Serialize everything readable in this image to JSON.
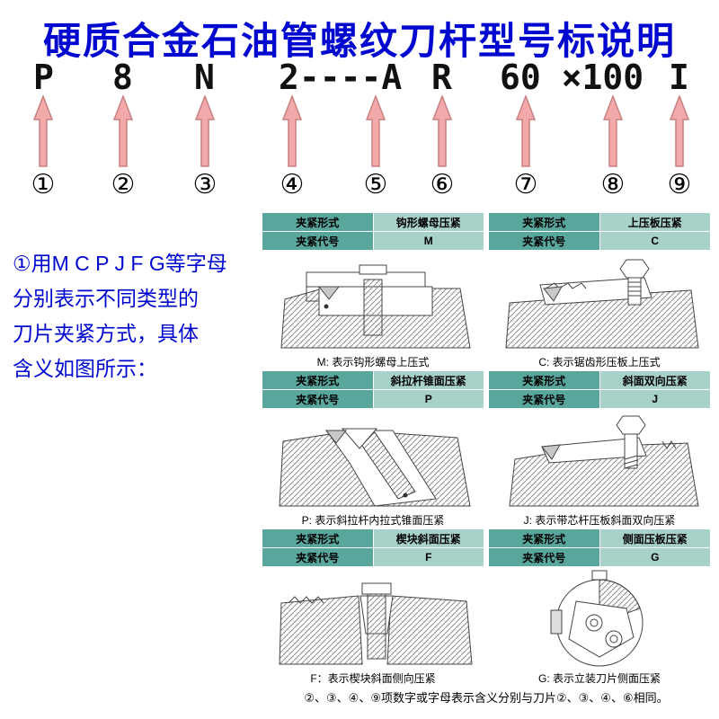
{
  "title": "硬质合金石油管螺纹刀杆型号标说明",
  "colors": {
    "title_blue": "#0008d0",
    "arrow_fill": "#f2a9a9",
    "arrow_stroke": "#c87f7f",
    "table_label_bg": "#58a69c",
    "table_value_bg": "#a8d1ca"
  },
  "codes": [
    "P",
    "8",
    "N",
    "2----A",
    "R",
    "60 ×100",
    "I"
  ],
  "markers": [
    "①",
    "②",
    "③",
    "④",
    "⑤",
    "⑥",
    "⑦",
    "⑧",
    "⑨"
  ],
  "note": {
    "lines": [
      "①用M C P J F G等字母",
      "分别表示不同类型的",
      "刀片夹紧方式，具体",
      "含义如图所示："
    ]
  },
  "labels": {
    "form": "夹紧形式",
    "code": "夹紧代号"
  },
  "panels": [
    {
      "form_value": "钩形螺母压紧",
      "code_value": "M",
      "caption": "M: 表示钩形螺母上压式"
    },
    {
      "form_value": "上压板压紧",
      "code_value": "C",
      "caption": "C: 表示锯齿形压板上压式"
    },
    {
      "form_value": "斜拉杆锥面压紧",
      "code_value": "P",
      "caption": "P: 表示斜拉杆内拉式锥面压紧"
    },
    {
      "form_value": "斜面双向压紧",
      "code_value": "J",
      "caption": "J: 表示带芯杆压板斜面双向压紧"
    },
    {
      "form_value": "楔块斜面压紧",
      "code_value": "F",
      "caption": "F：表示楔块斜面侧向压紧"
    },
    {
      "form_value": "侧面压板压紧",
      "code_value": "G",
      "caption": "G: 表示立装刀片侧面压紧"
    }
  ],
  "footer": "②、③、④、⑨项数字或字母表示含义分别与刀片②、③、④、⑥相同。"
}
